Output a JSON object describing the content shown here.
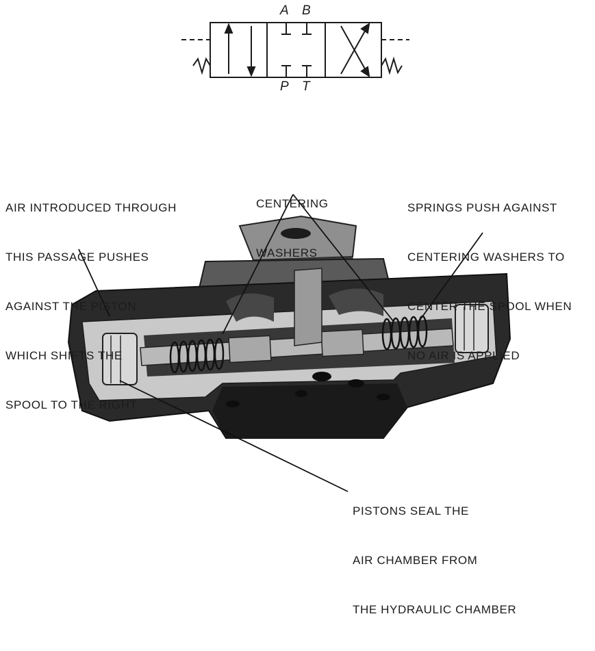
{
  "symbol": {
    "ports_top": [
      "A",
      "B"
    ],
    "ports_bottom": [
      "P",
      "T"
    ]
  },
  "callouts": {
    "air_passage": [
      "AIR INTRODUCED THROUGH",
      "THIS PASSAGE PUSHES",
      "AGAINST THE PISTON",
      "WHICH SHIFTS THE",
      "SPOOL TO THE RIGHT"
    ],
    "centering_washers": [
      "CENTERING",
      "WASHERS"
    ],
    "springs": [
      "SPRINGS PUSH AGAINST",
      "CENTERING WASHERS TO",
      "CENTER THE SPOOL WHEN",
      "NO AIR IS APPLIED"
    ],
    "pistons": [
      "PISTONS SEAL THE",
      "AIR CHAMBER FROM",
      "THE HYDRAULIC CHAMBER"
    ]
  }
}
